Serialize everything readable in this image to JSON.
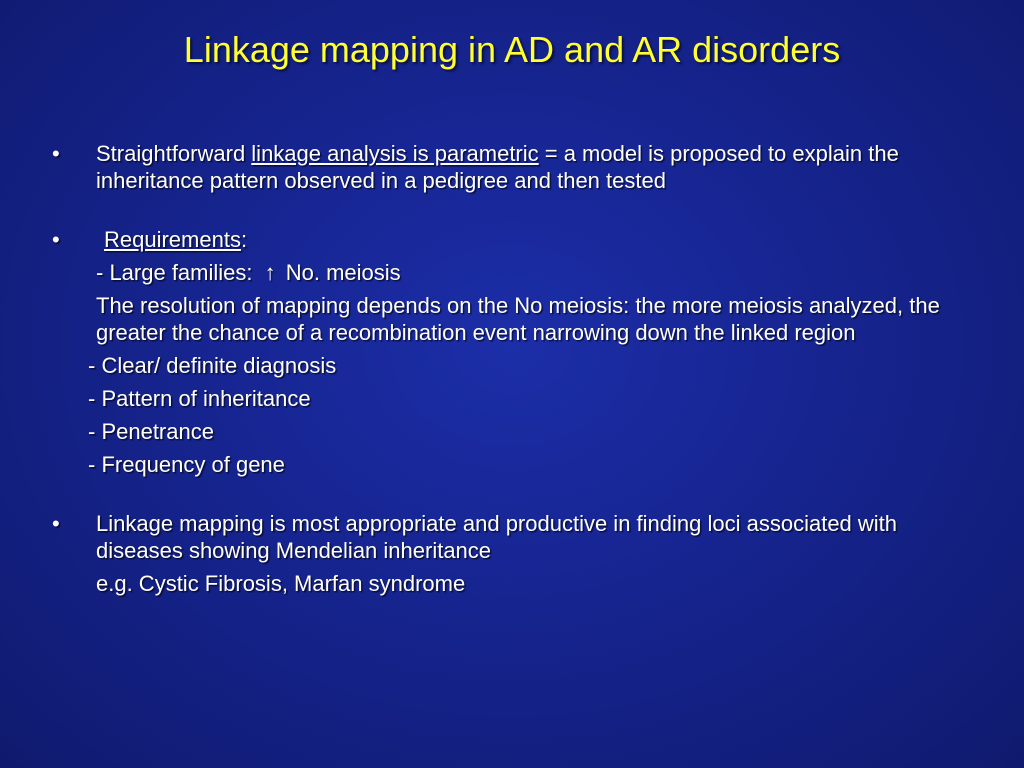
{
  "title": "Linkage mapping in AD and AR disorders",
  "bullet_symbol": "•",
  "bullet1": {
    "pre": "Straightforward ",
    "underlined": "linkage analysis is parametric",
    "post": " = a model is proposed to explain the inheritance pattern observed in a pedigree and then tested"
  },
  "bullet2": {
    "underlined": "Requirements",
    "colon": ":",
    "large_families_pre": "- Large families: ",
    "arrow": "↑",
    "large_families_post": " No. meiosis",
    "resolution": "The resolution of mapping depends on the No meiosis: the more meiosis analyzed, the greater the chance of a recombination event narrowing down the linked region",
    "items": [
      "- Clear/ definite diagnosis",
      "- Pattern of inheritance",
      "- Penetrance",
      "- Frequency of gene"
    ]
  },
  "bullet3": {
    "text": "Linkage mapping is most appropriate and productive in finding loci associated with diseases showing Mendelian inheritance",
    "example": "e.g. Cystic Fibrosis, Marfan syndrome"
  }
}
